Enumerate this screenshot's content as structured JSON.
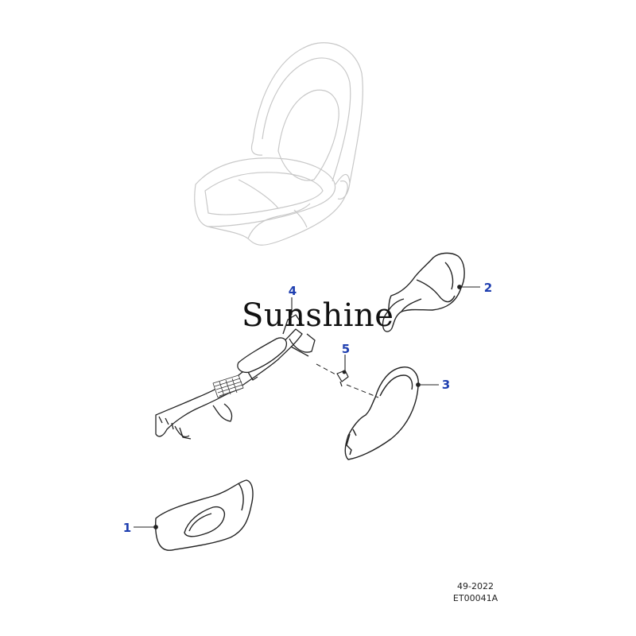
{
  "watermark": "Sunshine",
  "parts": [
    {
      "number": "1"
    },
    {
      "number": "2"
    },
    {
      "number": "3"
    },
    {
      "number": "4"
    },
    {
      "number": "5"
    }
  ],
  "footer": {
    "date_code": "49-2022",
    "illustration_id": "ET00041A"
  },
  "colors": {
    "callout": "#1f3fb0",
    "outline": "#222222",
    "ghost_seat": "#c8c8c8"
  }
}
